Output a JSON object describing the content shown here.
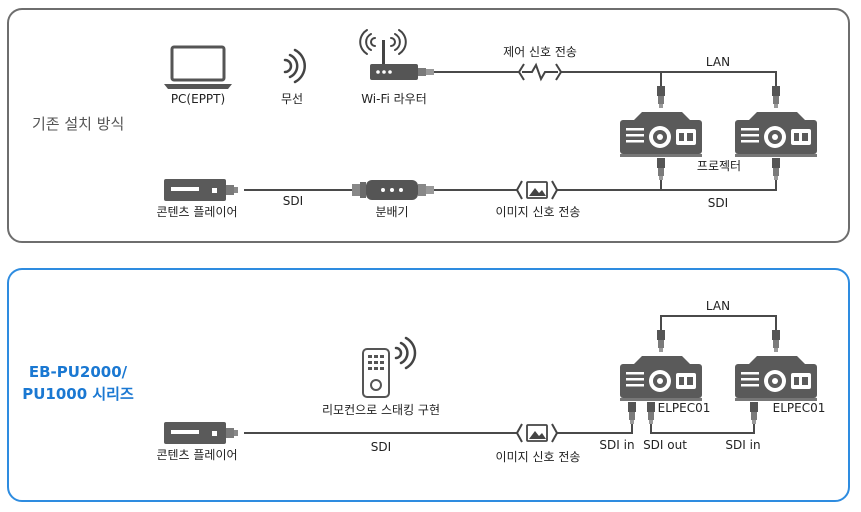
{
  "top": {
    "title": "기존 설치 방식",
    "pc": "PC(EPPT)",
    "wireless": "무선",
    "router": "Wi-Fi 라우터",
    "control_signal": "제어 신호 전송",
    "lan": "LAN",
    "projector": "프로젝터",
    "content_player": "콘텐츠 플레이어",
    "sdi_1": "SDI",
    "splitter": "분배기",
    "image_signal": "이미지 신호 전송",
    "sdi_2": "SDI"
  },
  "bottom": {
    "title_line1": "EB-PU2000/",
    "title_line2": "PU1000 시리즈",
    "remote": "리모컨으로 스태킹 구현",
    "lan": "LAN",
    "elpec_1": "ELPEC01",
    "elpec_2": "ELPEC01",
    "content_player": "콘텐츠 플레이어",
    "sdi": "SDI",
    "image_signal": "이미지 신호 전송",
    "sdi_in_1": "SDI in",
    "sdi_out": "SDI out",
    "sdi_in_2": "SDI in"
  },
  "colors": {
    "top_border": "#6e6e6e",
    "bottom_border": "#2e8ce0",
    "title_blue": "#1a78d2",
    "device": "#5a5a5a"
  }
}
